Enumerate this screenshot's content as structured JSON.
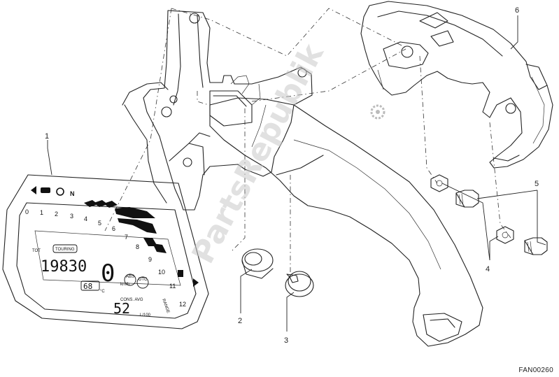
{
  "diagram": {
    "code": "FAN00260",
    "watermark": "PartsRepublik",
    "callouts": [
      "1",
      "2",
      "3",
      "4",
      "5",
      "6"
    ],
    "dashboard": {
      "gear_indicator": "N",
      "rpm_ticks": [
        "0",
        "1",
        "2",
        "3",
        "4",
        "5",
        "6",
        "7",
        "8",
        "9",
        "10",
        "11",
        "12"
      ],
      "mode_badge": "TOURING",
      "tot_label": "TOT",
      "odometer": "19830",
      "gear_display": "0",
      "temperature": "68",
      "temperature_unit": "°C",
      "speed_unit": "km/h",
      "abs_label": "ABS",
      "dtc_label": "DTC",
      "cons_avg_label": "CONS. AVG",
      "cons_value": "52",
      "cons_unit": "L/100",
      "tank_label": "RANGE"
    }
  }
}
